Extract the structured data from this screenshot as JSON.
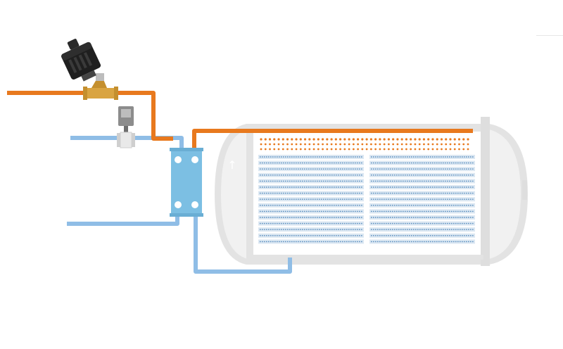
{
  "diagram": {
    "colors": {
      "background": "#ffffff",
      "hot_water": "#e8791e",
      "cold_water": "#8fbde6",
      "heat_exchanger": "#7cbfe3",
      "tank": "#e3e3e3",
      "tank_inner": "#f1f1f1",
      "fill_media": "#5b8fbf",
      "valve_brass": "#d9a441",
      "actuator": "#1f1f1f",
      "sensor": "#8c8c8c"
    },
    "components": {
      "actuated_valve": "valve-actuator-icon",
      "inline_sensor": "flow-sensor-icon",
      "plate_heat_exchanger": "plate-heat-exchanger-icon",
      "storage_tank": "horizontal-tank-icon",
      "direction_arrow": "arrow-up-icon"
    },
    "layout": {
      "fill_columns": 2,
      "fill_rows": 15,
      "spray_droplets": 48
    }
  }
}
